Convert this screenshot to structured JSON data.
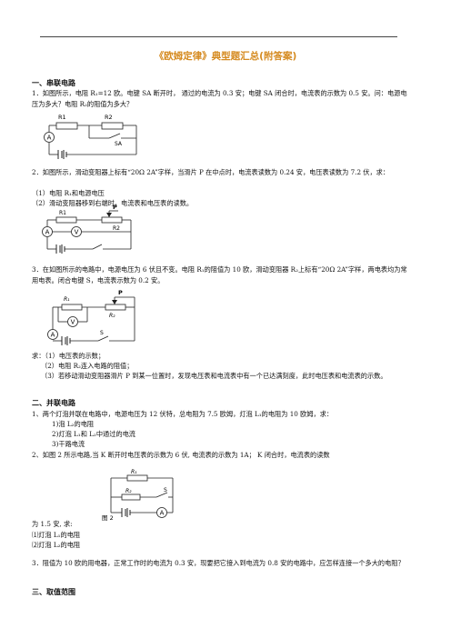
{
  "doc": {
    "title": "《欧姆定律》典型题汇总(附答案)"
  },
  "s1": {
    "heading": "一、串联电路",
    "q1": "1．如图所示，电阻 R₁=12 欧。电键 SA 断开时， 通过的电流为 0.3 安；电键 SA 闭合时，电流表的示数为 0.5 安。问：电源电压为多大？电阻 R₂的阻值为多大？",
    "q2": "2．如图所示，滑动变阻器上标有“20Ω 2A”字样，当滑片 P 在中点时，电流表读数为 0.24 安，电压表读数为 7.2 伏，求：",
    "q2a": "（1）电阻 R₁和电源电压",
    "q2b": "（2）滑动变阻器移到右端时，电流表和电压表的读数。",
    "q3": "3．在如图所示的电路中，电源电压为 6 伏且不变。电阻 R₁的阻值为 10 欧，滑动变阻器 R₂上标有“20Ω 2A”字样，两电表均为常用电表。闭合电键 S，电流表示数为 0.2 安。",
    "q3a": "求：（1）电压表的示数；",
    "q3b": "（2）电阻 R₂连入电路的阻值；",
    "q3c": "（3）若移动滑动变阻器滑片 P 到某一位置时，发现电压表和电流表中有一个已达满刻度，此时电压表和电流表的示数。"
  },
  "s2": {
    "heading": "二、并联电路",
    "q1": "1、两个灯泡并联在电路中，电源电压为 12 伏特，总电阻为 7.5 欧姆，灯泡 L₁的电阻为 10 欧姆，求：",
    "q1a": "1)泡 L₂的电阻",
    "q1b": "2)灯泡 L₁和 L₂中通过的电流",
    "q1c": "3)干路电流",
    "q2": "2、如图 2 所示电路,当 K 断开时电压表的示数为 6 伏, 电流表的示数为 1A； K 闭合时，电流表的读数",
    "q2cont": "为 1.5 安, 求:",
    "q2a": "⑴灯泡 L₁的电阻",
    "q2b": "⑵灯泡 L₂的电阻",
    "q3": "3．阻值为 10 欧的用电器，正常工作时的电流为 0.3 安，现要把它接入到电流为 0.8 安的电路中，应怎样连接一个多大的电阻？"
  },
  "s3": {
    "heading": "三、取值范围"
  },
  "fig1": {
    "r1": "R1",
    "r2": "R2",
    "ammeter": "A",
    "switch": "SA"
  },
  "fig2": {
    "r1": "R1",
    "r2": "R2",
    "slider": "P",
    "ammeter": "A",
    "voltmeter": "V"
  },
  "fig3": {
    "r1": "R₁",
    "r2": "R₂",
    "slider": "P",
    "ammeter": "A",
    "voltmeter": "V",
    "switch": "S"
  },
  "fig4": {
    "r1": "R₁",
    "r2": "R₂",
    "switch": "S",
    "ammeter": "A",
    "caption": "图 2"
  }
}
